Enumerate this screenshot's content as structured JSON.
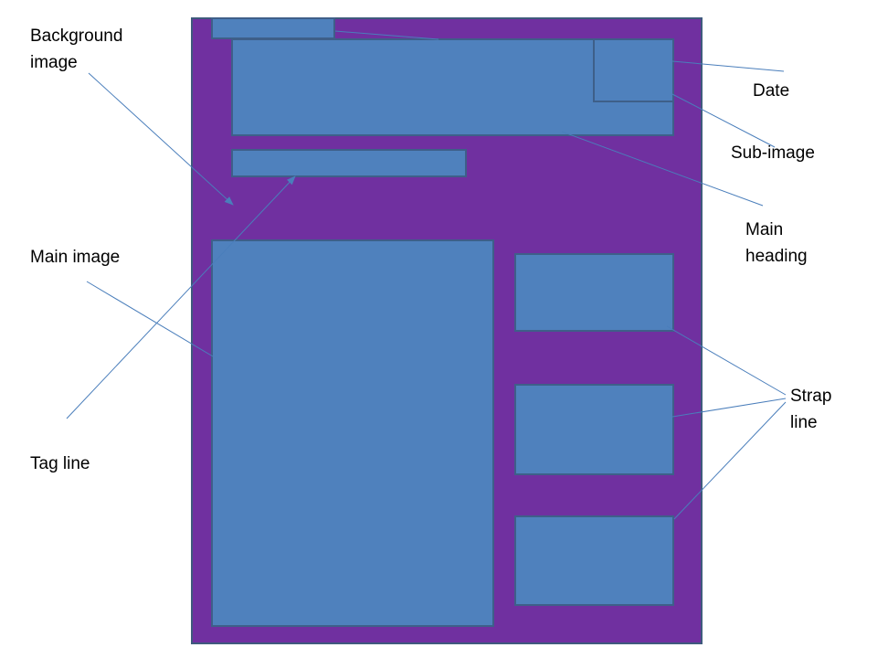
{
  "colors": {
    "page_background": "#7030a0",
    "placeholder_fill": "#4f81bd",
    "placeholder_border": "#3e5f89",
    "leader_line": "#4a7ebb",
    "label_text": "#000000"
  },
  "labels": {
    "background_image": "Background\nimage",
    "main_image": "Main image",
    "tag_line": "Tag line",
    "date": "Date",
    "sub_image": "Sub-image",
    "main_heading": "Main\nheading",
    "strap_line": "Strap\nline"
  }
}
